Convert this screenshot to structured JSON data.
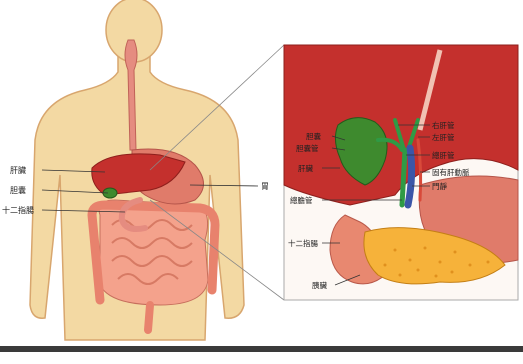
{
  "labels": {
    "left": {
      "liver": "肝臟",
      "gallbladder": "胆囊",
      "duodenum": "十二指腸",
      "stomach": "胃"
    },
    "inset": {
      "gallbladder_left": "胆囊",
      "cystic_duct": "胆囊管",
      "liver": "肝臟",
      "right_hepatic_duct": "右肝管",
      "left_hepatic_duct": "左肝管",
      "common_hepatic_duct": "總肝管",
      "hepatic_artery": "固有肝動脈",
      "portal_vein": "門靜",
      "common_bile_duct": "總膽管",
      "duodenum": "十二指腸",
      "pancreas": "胰臟"
    }
  },
  "colors": {
    "skin": "#f3d9a3",
    "skin_outline": "#d8a66e",
    "liver": "#c4302d",
    "stomach": "#e07b6a",
    "intestine": "#f4a28c",
    "gallbladder": "#3e8a2e",
    "bile_duct": "#2f9a45",
    "vein": "#3b56a8",
    "pancreas": "#f6b23a",
    "bottom_bar": "#3a3a3a"
  }
}
